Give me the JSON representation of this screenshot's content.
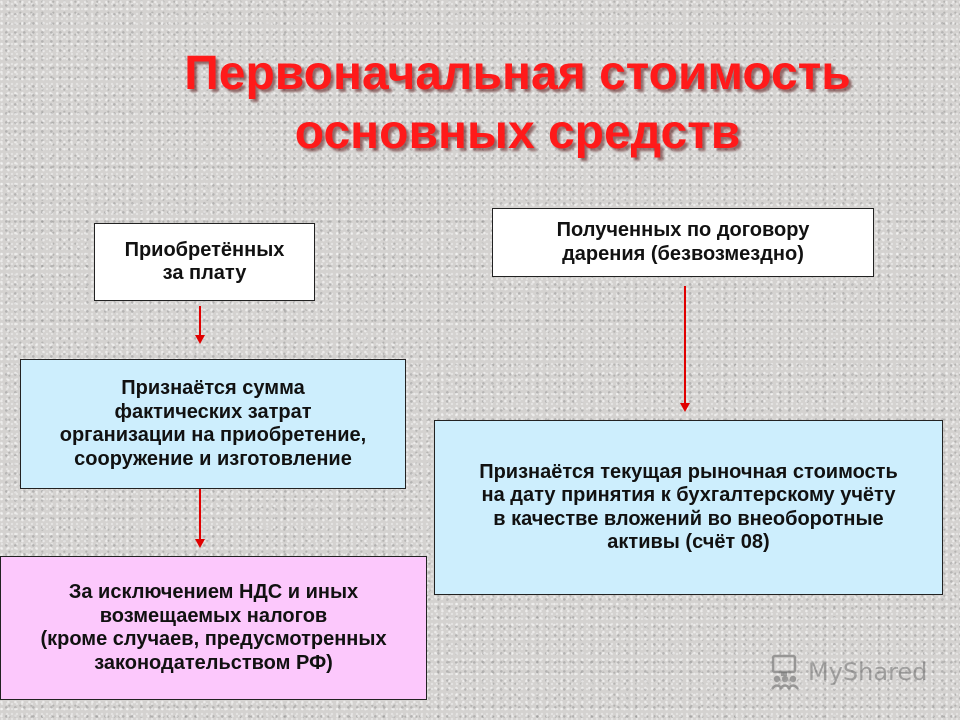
{
  "title": {
    "line1": "Первоначальная стоимость",
    "line2": "основных средств"
  },
  "nodes": {
    "paid": {
      "lines": [
        "Приобретённых",
        "за плату"
      ]
    },
    "gift": {
      "lines": [
        "Полученных по договору",
        "дарения (безвозмездно)"
      ]
    },
    "costs": {
      "lines": [
        "Признаётся сумма",
        "фактических затрат",
        "организации на приобретение,",
        "сооружение и изготовление"
      ]
    },
    "vat": {
      "lines": [
        "За исключением НДС и иных",
        "возмещаемых налогов",
        "(кроме случаев, предусмотренных",
        "законодательством РФ)"
      ]
    },
    "market": {
      "lines": [
        "Признаётся текущая рыночная стоимость",
        "на дату принятия к бухгалтерскому учёту",
        "в качестве вложений во внеоборотные",
        "активы (счёт 08)"
      ]
    }
  },
  "edges": [
    {
      "from": "paid",
      "to": "costs"
    },
    {
      "from": "costs",
      "to": "vat"
    },
    {
      "from": "gift",
      "to": "market"
    }
  ],
  "colors": {
    "title": "#ff1a1a",
    "arrow": "#e00000",
    "box_white": "#ffffff",
    "box_blue": "#cdeefd",
    "box_pink": "#fcc8fc"
  },
  "watermark": {
    "icon": "monitor-people-icon",
    "text": "MyShared"
  }
}
